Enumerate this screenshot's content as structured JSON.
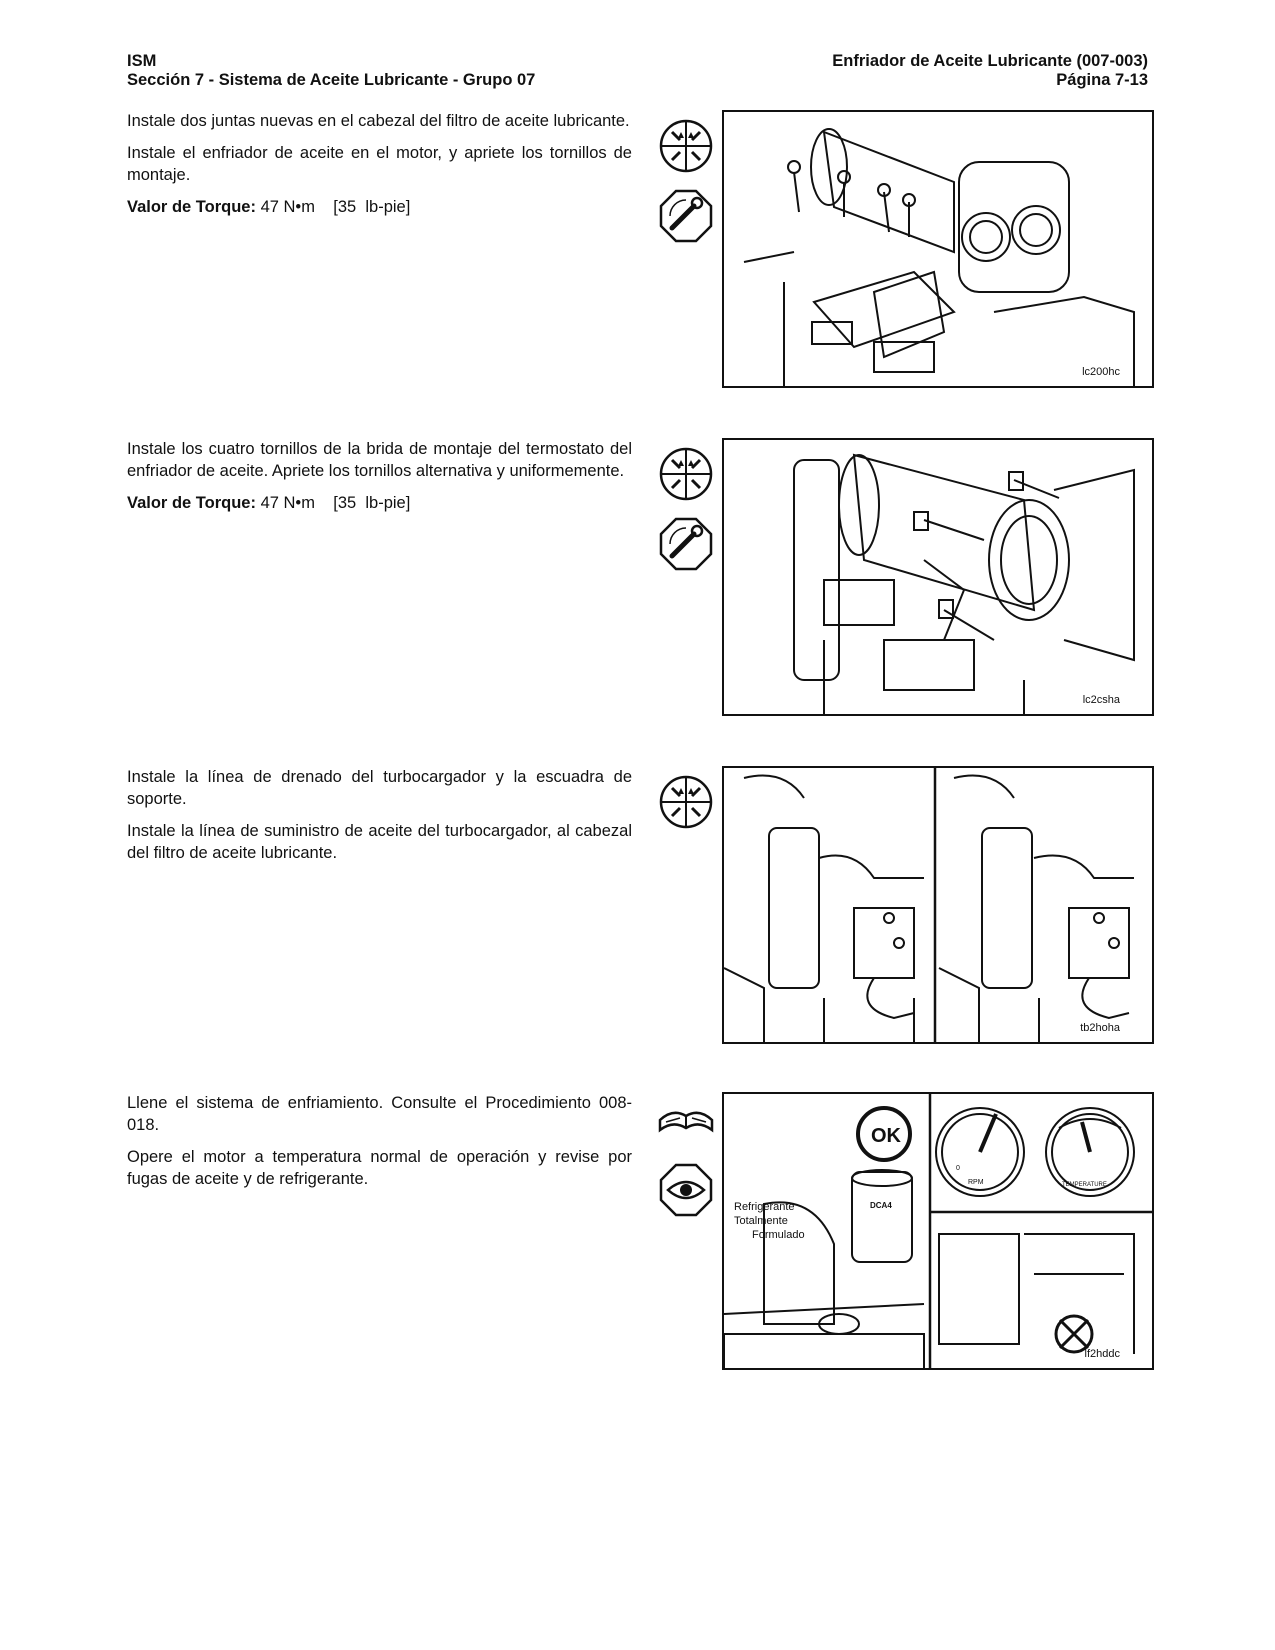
{
  "header": {
    "left_line1": "ISM",
    "left_line2": "Sección 7 - Sistema de Aceite Lubricante - Grupo 07",
    "right_line1": "Enfriador de Aceite Lubricante (007-003)",
    "right_line2": "Página 7-13"
  },
  "steps": [
    {
      "paragraphs": [
        "Instale dos juntas nuevas en el cabezal del filtro de aceite lubricante.",
        "Instale el enfriador de aceite en el motor, y apriete los tornillos de montaje."
      ],
      "torque_label": "Valor de Torque:",
      "torque_value": "47 N•m    [35  lb-pie]",
      "icons": [
        "install-icon",
        "torque-wrench-icon"
      ],
      "figure_code": "lc200hc"
    },
    {
      "paragraphs": [
        "Instale los cuatro tornillos de la brida de montaje del termostato del enfriador de aceite. Apriete los tornillos alternativa y uniformemente."
      ],
      "torque_label": "Valor de Torque:",
      "torque_value": "47 N•m    [35  lb-pie]",
      "icons": [
        "install-icon",
        "torque-wrench-icon"
      ],
      "figure_code": "lc2csha"
    },
    {
      "paragraphs": [
        "Instale la línea de drenado del turbocargador y la escuadra de soporte.",
        "Instale la línea de suministro de aceite del turbocargador, al cabezal del filtro de aceite lubricante."
      ],
      "icons": [
        "install-icon"
      ],
      "figure_code": "tb2hoha"
    },
    {
      "paragraphs": [
        "Llene el sistema de enfriamiento. Consulte el Procedimiento 008-018.",
        "Opere el motor a temperatura normal de operación y revise por fugas de aceite y de refrigerante."
      ],
      "icons": [
        "reference-book-icon",
        "inspect-eye-icon"
      ],
      "figure_code": "lf2hddc",
      "figure_labels": {
        "ok": "OK",
        "coolant_line1": "Refrigerante",
        "coolant_line2": "Totalmente",
        "coolant_line3": "Formulado",
        "filter": "DCA4",
        "rpm": "RPM",
        "gauge_zero": "0",
        "temperature": "TEMPERATURE"
      }
    }
  ]
}
